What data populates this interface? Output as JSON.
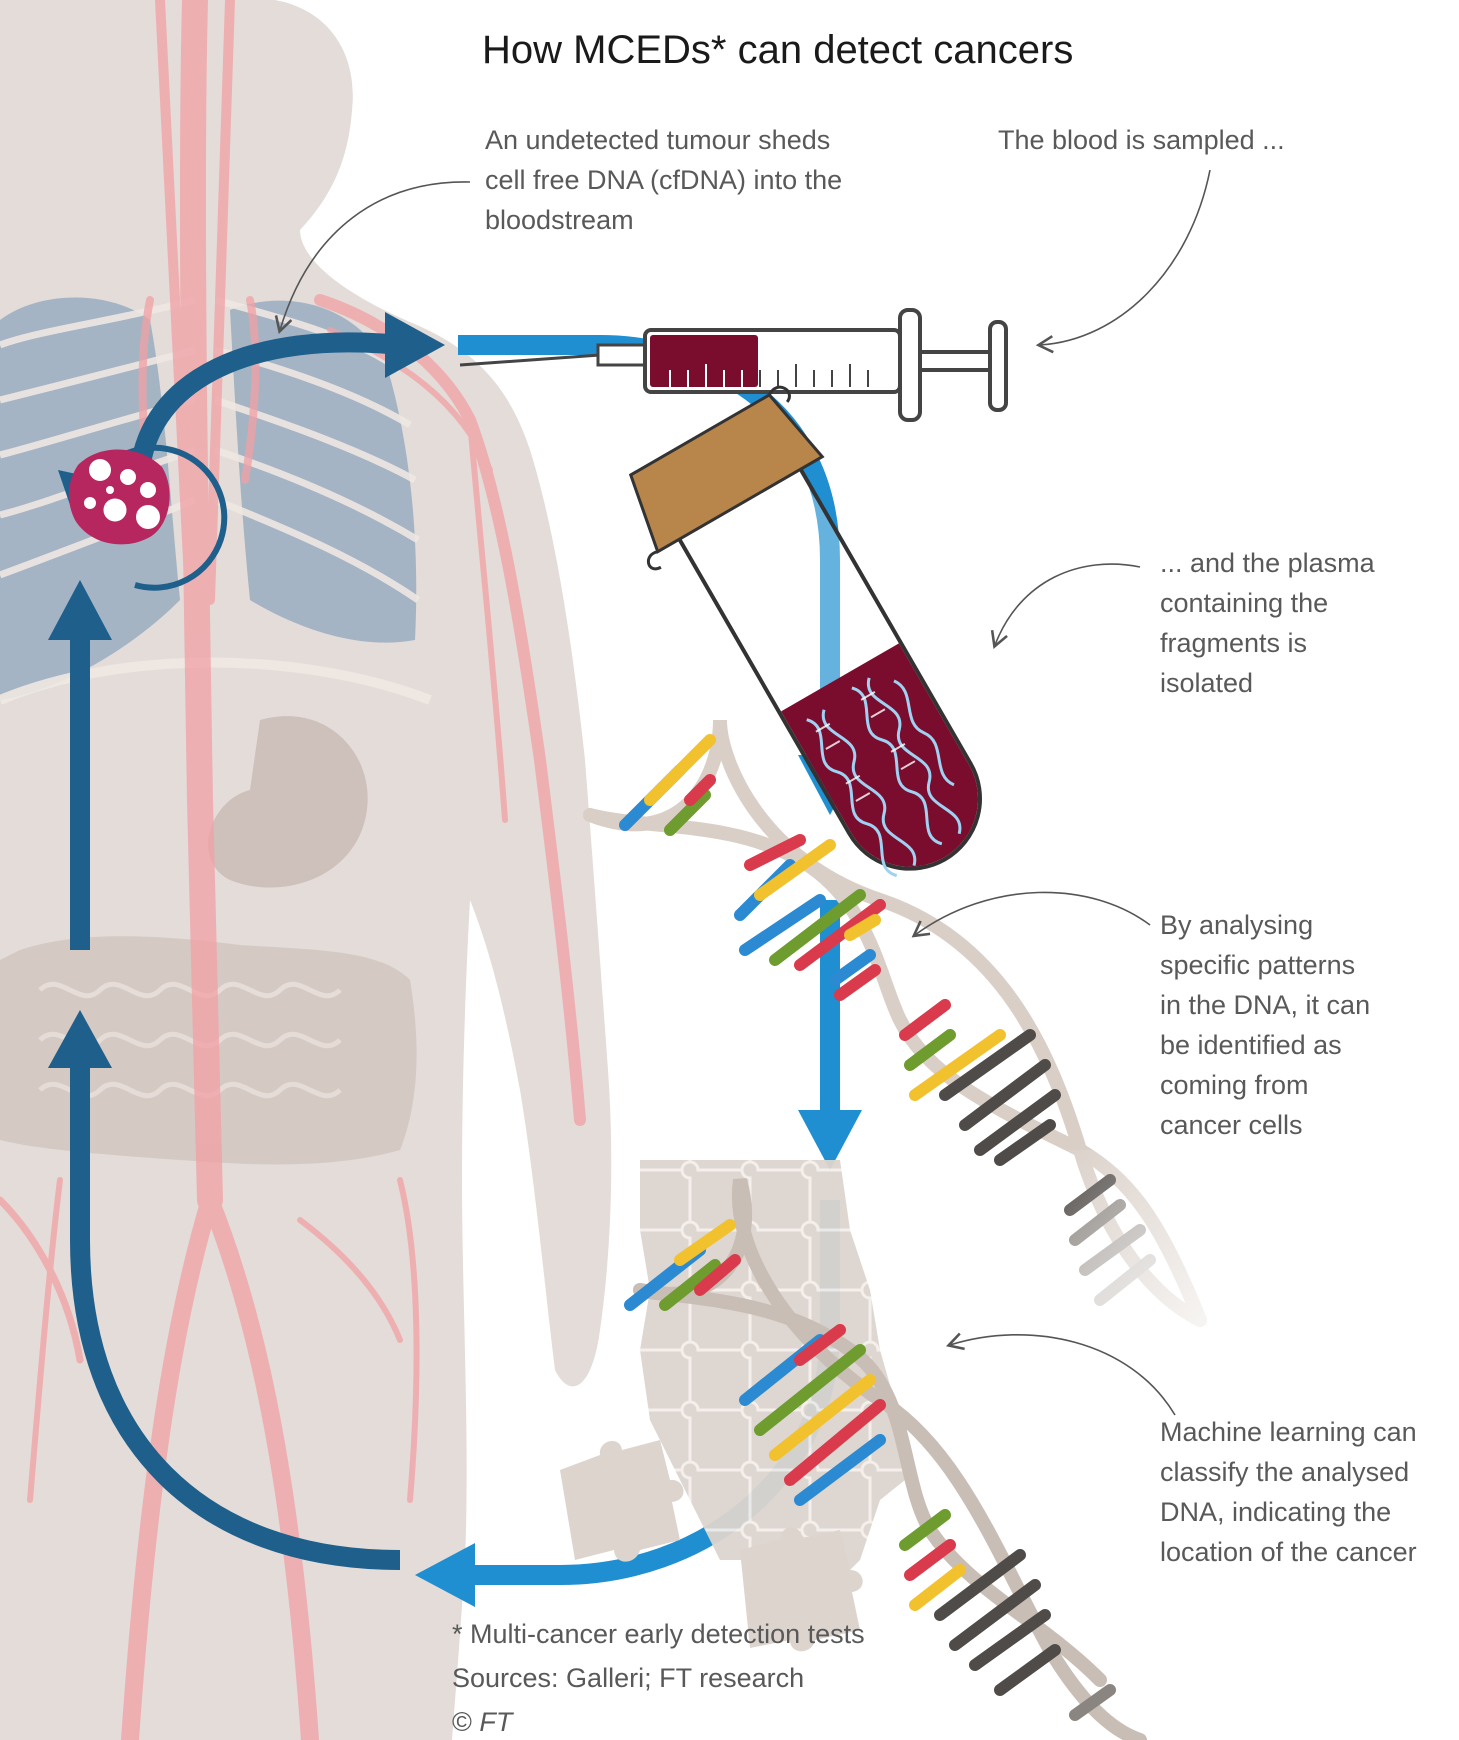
{
  "title": "How MCEDs* can detect cancers",
  "annotations": {
    "tumour": [
      "An undetected tumour sheds",
      "cell free DNA (cfDNA) into the",
      "bloodstream"
    ],
    "blood": [
      "The blood is sampled ..."
    ],
    "plasma": [
      "... and the plasma",
      "containing the",
      "fragments is",
      "isolated"
    ],
    "analysis": [
      "By analysing",
      "specific patterns",
      "in the DNA, it can",
      "be identified as",
      "coming from",
      "cancer cells"
    ],
    "ml": [
      "Machine learning can",
      "classify the analysed",
      "DNA, indicating the",
      "location of the cancer"
    ]
  },
  "footer": {
    "footnote": "* Multi-cancer early detection tests",
    "sources": "Sources: Galleri; FT research",
    "copyright_symbol": "©",
    "copyright_name": "FT"
  },
  "colors": {
    "flow_blue": "#1f8fd1",
    "flow_dark": "#1e5f8c",
    "blood": "#7a0d2e",
    "tumour": "#b5275e",
    "cork": "#b8864a",
    "body": "#e3dcd8",
    "vessel": "#f2a0a5",
    "lung": "#8fa7bd",
    "base_red": "#d93a4c",
    "base_yellow": "#f2c12e",
    "base_blue": "#2b8ad1",
    "base_green": "#6e9c2f",
    "base_dark": "#4f4b48"
  }
}
